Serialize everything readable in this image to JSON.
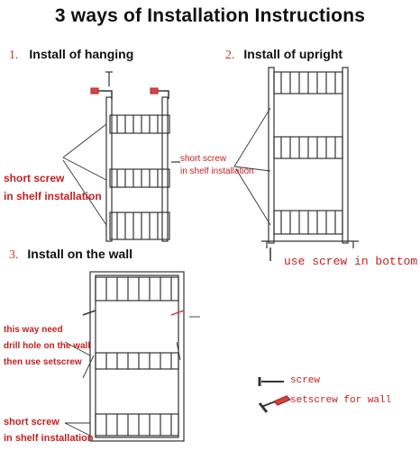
{
  "title": "3 ways of Installation Instructions",
  "sections": [
    {
      "number": "1.",
      "label": "Install of hanging"
    },
    {
      "number": "2.",
      "label": "Install of upright"
    },
    {
      "number": "3.",
      "label": "Install on the wall"
    }
  ],
  "annotations": {
    "hanging_short_screw_1": "short screw",
    "hanging_short_screw_2": "in shelf installation",
    "upright_short_screw_1": "short screw",
    "upright_short_screw_2": "in shelf installation",
    "upright_bottom": "use screw in bottom",
    "wall_hole_1": "this way need",
    "wall_hole_2": "drill hole on the wall",
    "wall_hole_3": "then use setscrew",
    "wall_short_screw_1": "short screw",
    "wall_short_screw_2": "in shelf installation"
  },
  "legend": {
    "screw": "screw",
    "setscrew": "setscrew for wall"
  },
  "colors": {
    "annotation": "#c41f1f",
    "drawing": "#333333"
  }
}
